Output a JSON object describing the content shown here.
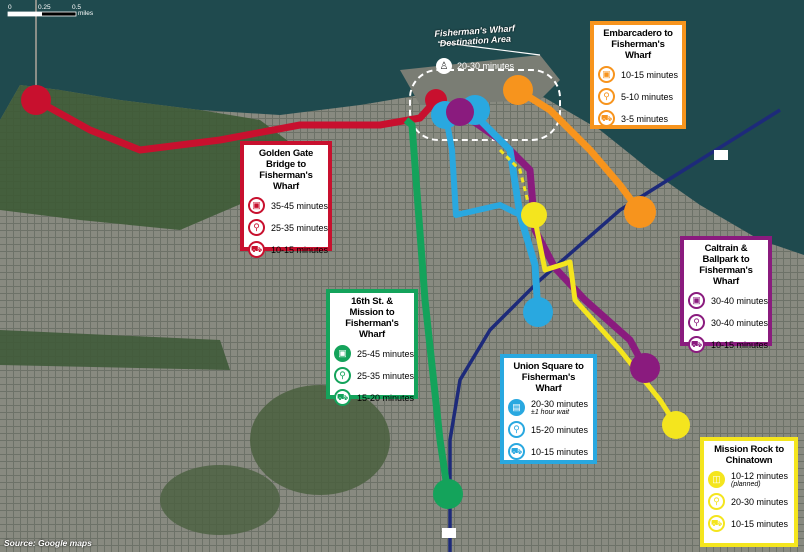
{
  "source": "Source: Google maps",
  "scale": {
    "ticks": [
      "0",
      "0.25",
      "0.5"
    ],
    "unit": "miles"
  },
  "destination": {
    "title": "Fisherman's Wharf Destination Area",
    "walk_time": "20-30 minutes",
    "icon": "walking-person-icon"
  },
  "colors": {
    "red": "#c8102e",
    "orange": "#f7941d",
    "purple": "#8a1b7e",
    "blue": "#29a8e0",
    "yellow": "#f4e51e",
    "green": "#14a35b",
    "navy": "#1d2a7a"
  },
  "boxes": {
    "ggb": {
      "title": "Golden Gate Bridge to Fisherman's Wharf",
      "rows": [
        {
          "icon": "bus-icon",
          "time": "35-45 minutes"
        },
        {
          "icon": "bike-icon",
          "time": "25-35 minutes"
        },
        {
          "icon": "car-icon",
          "time": "10-15 minutes"
        }
      ]
    },
    "emb": {
      "title": "Embarcadero to Fisherman's Wharf",
      "rows": [
        {
          "icon": "bus-icon",
          "time": "10-15 minutes"
        },
        {
          "icon": "bike-icon",
          "time": "5-10 minutes"
        },
        {
          "icon": "car-icon",
          "time": "3-5 minutes"
        }
      ]
    },
    "cal": {
      "title": "Caltrain & Ballpark to Fisherman's Wharf",
      "rows": [
        {
          "icon": "bus-icon",
          "time": "30-40 minutes"
        },
        {
          "icon": "bike-icon",
          "time": "30-40 minutes"
        },
        {
          "icon": "car-icon",
          "time": "10-15 minutes"
        }
      ]
    },
    "mis": {
      "title": "16th St. & Mission to Fisherman's Wharf",
      "rows": [
        {
          "icon": "bus-icon",
          "time": "25-45 minutes"
        },
        {
          "icon": "bike-icon",
          "time": "25-35 minutes"
        },
        {
          "icon": "car-icon",
          "time": "15-20 minutes"
        }
      ]
    },
    "usq": {
      "title": "Union Square to Fisherman's Wharf",
      "rows": [
        {
          "icon": "cable-car-icon",
          "time": "20-30 minutes",
          "note": "±1 hour wait"
        },
        {
          "icon": "bike-icon",
          "time": "15-20 minutes"
        },
        {
          "icon": "car-icon",
          "time": "10-15 minutes"
        }
      ]
    },
    "mr": {
      "title": "Mission Rock to Chinatown",
      "rows": [
        {
          "icon": "streetcar-icon",
          "time": "10-12 minutes",
          "note": "(planned)"
        },
        {
          "icon": "bike-icon",
          "time": "20-30 minutes"
        },
        {
          "icon": "car-icon",
          "time": "10-15 minutes"
        }
      ]
    }
  }
}
